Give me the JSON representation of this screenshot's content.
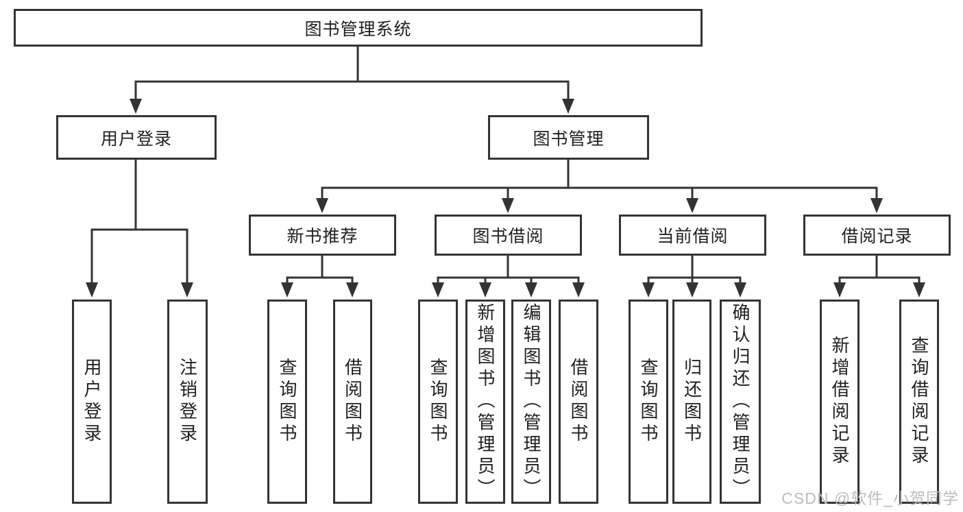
{
  "diagram_type": "hierarchy-tree",
  "tree": {
    "label": "图书管理系统",
    "children": [
      {
        "label": "用户登录",
        "children": [
          {
            "label": "用户登录"
          },
          {
            "label": "注销登录"
          }
        ]
      },
      {
        "label": "图书管理",
        "children": [
          {
            "label": "新书推荐",
            "children": [
              {
                "label": "查询图书"
              },
              {
                "label": "借阅图书"
              }
            ]
          },
          {
            "label": "图书借阅",
            "children": [
              {
                "label": "查询图书"
              },
              {
                "label": "新增图书（管理员）"
              },
              {
                "label": "编辑图书（管理员）"
              },
              {
                "label": "借阅图书"
              }
            ]
          },
          {
            "label": "当前借阅",
            "children": [
              {
                "label": "查询图书"
              },
              {
                "label": "归还图书"
              },
              {
                "label": "确认归还（管理员）"
              }
            ]
          },
          {
            "label": "借阅记录",
            "children": [
              {
                "label": "新增借阅记录"
              },
              {
                "label": "查询借阅记录"
              }
            ]
          }
        ]
      }
    ]
  },
  "watermark": {
    "text": "CSDN @软件_小贺同学"
  },
  "colors": {
    "line": "#333333",
    "box_border": "#333333",
    "text": "#1f1f1f",
    "watermark": "#b9bcc1",
    "background": "#ffffff"
  }
}
